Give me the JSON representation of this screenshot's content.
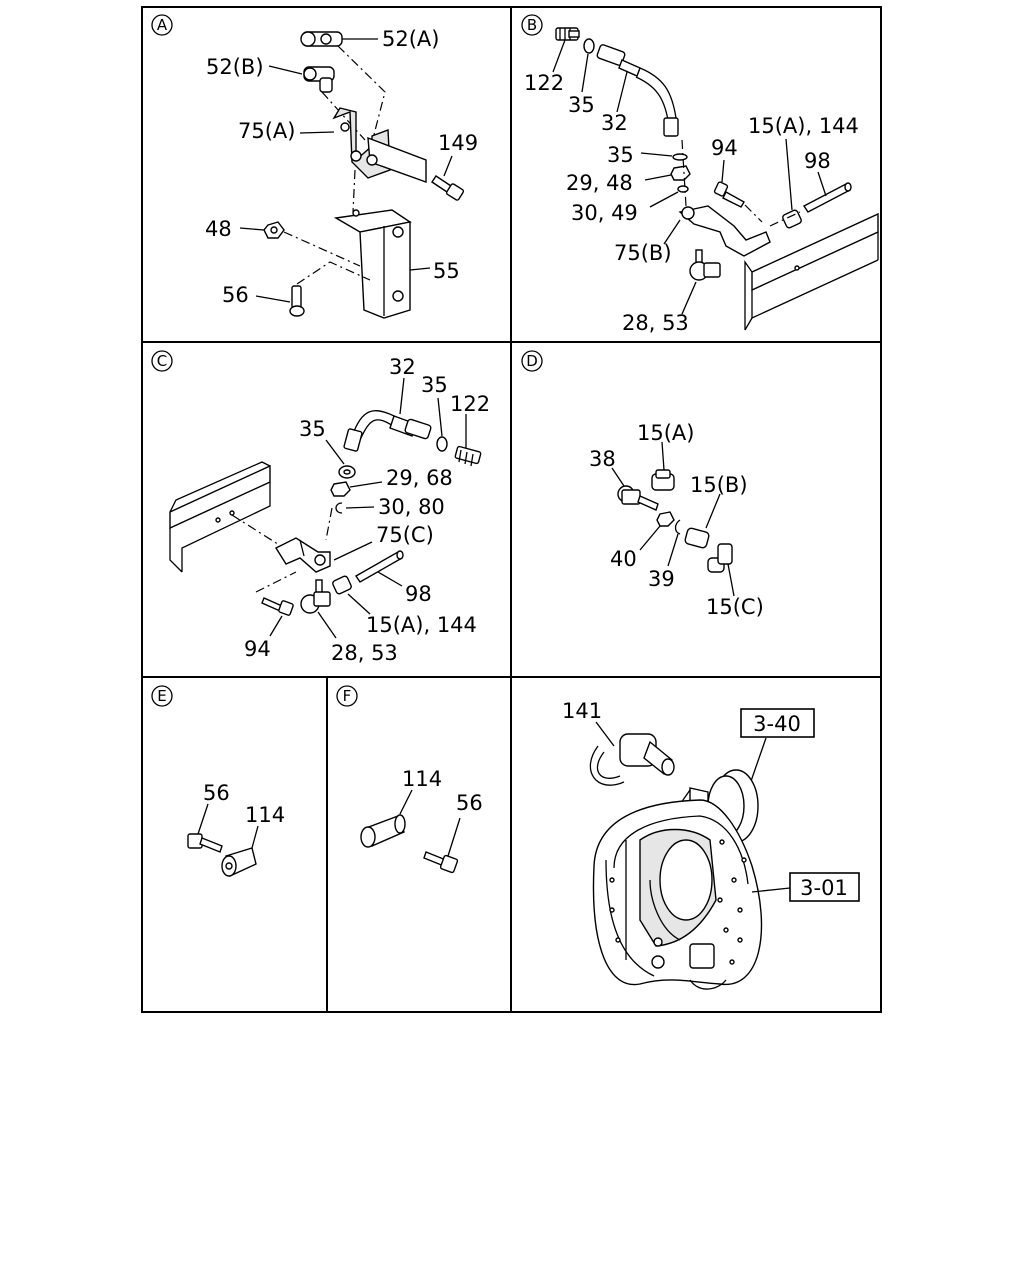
{
  "panels": {
    "A": {
      "marker": "A",
      "labels": {
        "p52a": "52(A)",
        "p52b": "52(B)",
        "p75a": "75(A)",
        "p149": "149",
        "p48": "48",
        "p55": "55",
        "p56": "56"
      }
    },
    "B": {
      "marker": "B",
      "labels": {
        "p122": "122",
        "p35a": "35",
        "p32": "32",
        "p35b": "35",
        "p2948": "29, 48",
        "p3049": "30, 49",
        "p94": "94",
        "p15a144": "15(A), 144",
        "p98": "98",
        "p75b": "75(B)",
        "p2853": "28, 53"
      }
    },
    "C": {
      "marker": "C",
      "labels": {
        "p32": "32",
        "p35a": "35",
        "p122": "122",
        "p35b": "35",
        "p2968": "29, 68",
        "p3080": "30, 80",
        "p75c": "75(C)",
        "p98": "98",
        "p15a144": "15(A), 144",
        "p94": "94",
        "p2853": "28, 53"
      }
    },
    "D": {
      "marker": "D",
      "labels": {
        "p15a": "15(A)",
        "p38": "38",
        "p15b": "15(B)",
        "p40": "40",
        "p39": "39",
        "p15c": "15(C)"
      }
    },
    "E": {
      "marker": "E",
      "labels": {
        "p56": "56",
        "p114": "114"
      }
    },
    "F": {
      "marker": "F",
      "labels": {
        "p114": "114",
        "p56": "56"
      }
    },
    "G": {
      "labels": {
        "p141": "141",
        "ref340": "3-40",
        "ref301": "3-01"
      }
    }
  }
}
